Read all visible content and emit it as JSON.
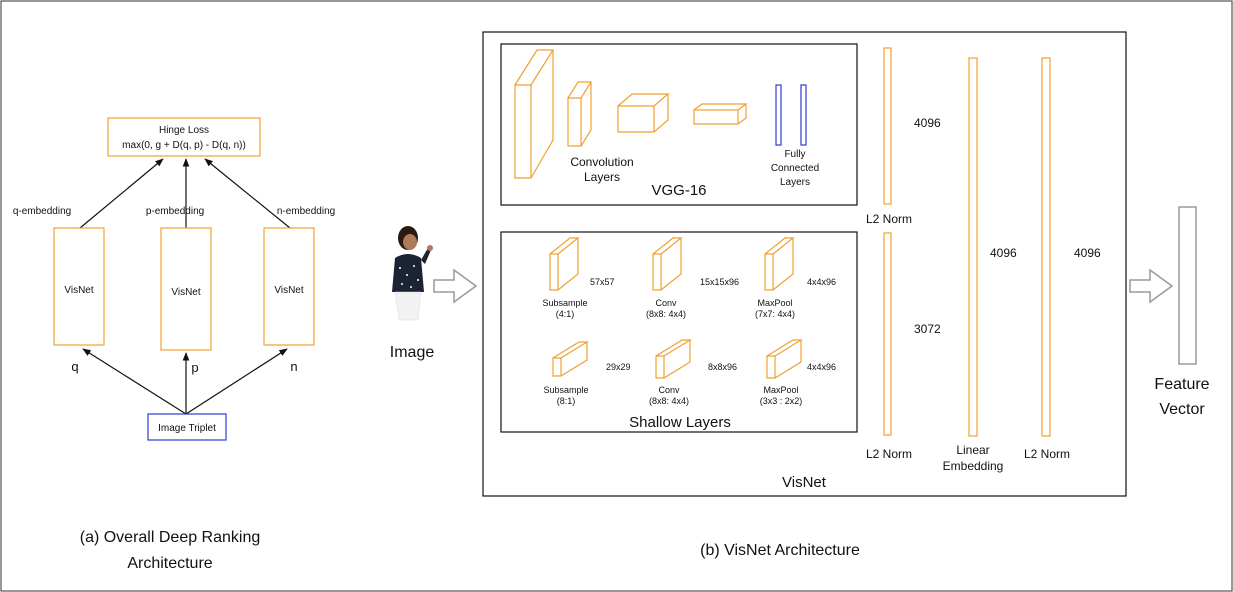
{
  "colors": {
    "orange": "#f0a030",
    "blue": "#2d3bd6",
    "gray": "#9a9a9a",
    "black": "#111111"
  },
  "panel_a": {
    "hinge_title": "Hinge Loss",
    "hinge_formula": "max(0, g + D(q, p) - D(q, n))",
    "q_embedding": "q-embedding",
    "p_embedding": "p-embedding",
    "n_embedding": "n-embedding",
    "visnet_q": "VisNet",
    "visnet_p": "VisNet",
    "visnet_n": "VisNet",
    "q": "q",
    "p": "p",
    "n": "n",
    "triplet": "Image Triplet",
    "caption_line1": "(a) Overall Deep Ranking",
    "caption_line2": "Architecture"
  },
  "panel_b": {
    "image_label": "Image",
    "vgg": {
      "conv_label_1": "Convolution",
      "conv_label_2": "Layers",
      "fc_label_1": "Fully",
      "fc_label_2": "Connected",
      "fc_label_3": "Layers",
      "title": "VGG-16"
    },
    "shallow": {
      "title": "Shallow Layers",
      "blocks": [
        {
          "name_1": "Subsample",
          "name_2": "(4:1)",
          "size": "57x57"
        },
        {
          "name_1": "Conv",
          "name_2": "(8x8: 4x4)",
          "size": "15x15x96"
        },
        {
          "name_1": "MaxPool",
          "name_2": "(7x7: 4x4)",
          "size": "4x4x96"
        },
        {
          "name_1": "Subsample",
          "name_2": "(8:1)",
          "size": "29x29"
        },
        {
          "name_1": "Conv",
          "name_2": "(8x8: 4x4)",
          "size": "8x8x96"
        },
        {
          "name_1": "MaxPool",
          "name_2": "(3x3 : 2x2)",
          "size": "4x4x96"
        }
      ]
    },
    "dim_4096_top": "4096",
    "l2_norm_top": "L2 Norm",
    "dim_3072": "3072",
    "l2_norm_bottom": "L2 Norm",
    "dim_4096_linear": "4096",
    "linear_label_1": "Linear",
    "linear_label_2": "Embedding",
    "dim_4096_final": "4096",
    "l2_norm_final": "L2 Norm",
    "visnet_title": "VisNet",
    "feature_1": "Feature",
    "feature_2": "Vector",
    "caption": "(b) VisNet Architecture"
  }
}
